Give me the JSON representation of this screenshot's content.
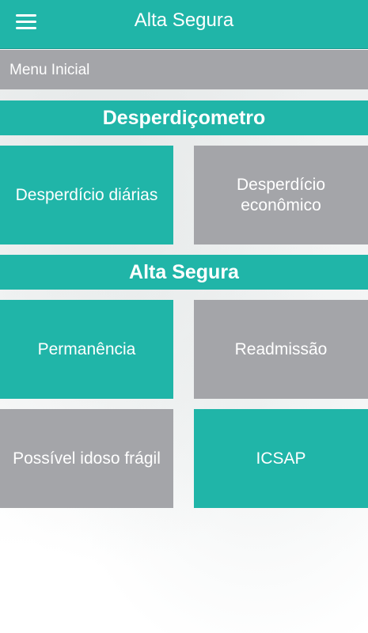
{
  "app_bar": {
    "title": "Alta Segura",
    "menu_icon": "hamburger-menu-icon"
  },
  "breadcrumb": {
    "label": "Menu Inicial"
  },
  "sections": [
    {
      "title": "Desperdiçometro",
      "tiles": [
        {
          "label": "Desperdício diárias",
          "color": "#20b5a8"
        },
        {
          "label": "Desperdício econômico",
          "color": "#a4a5a9"
        }
      ]
    },
    {
      "title": "Alta Segura",
      "tiles": [
        {
          "label": "Permanência",
          "color": "#20b5a8"
        },
        {
          "label": "Readmissão",
          "color": "#a4a5a9"
        },
        {
          "label": "Possível idoso frágil",
          "color": "#a4a5a9"
        },
        {
          "label": "ICSAP",
          "color": "#20b5a8"
        }
      ]
    }
  ],
  "colors": {
    "accent": "#20b5a8",
    "secondary": "#a4a5a9"
  }
}
